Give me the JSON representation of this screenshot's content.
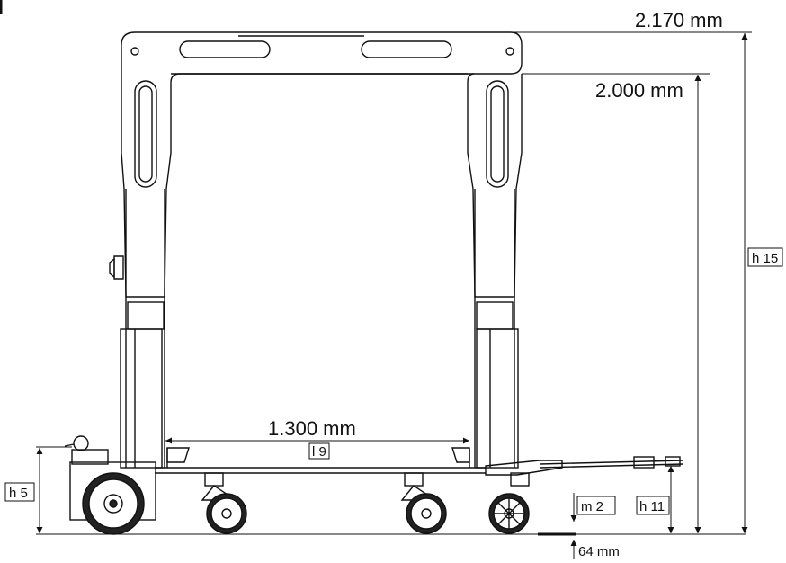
{
  "dimensions": {
    "total_height": "2.170 mm",
    "frame_height": "2.000 mm",
    "width": "1.300 mm",
    "ground_clearance": "64 mm"
  },
  "labels": {
    "h15": "h 15",
    "h11": "h 11",
    "h5": "h 5",
    "m2": "m 2",
    "l9": "l 9"
  }
}
